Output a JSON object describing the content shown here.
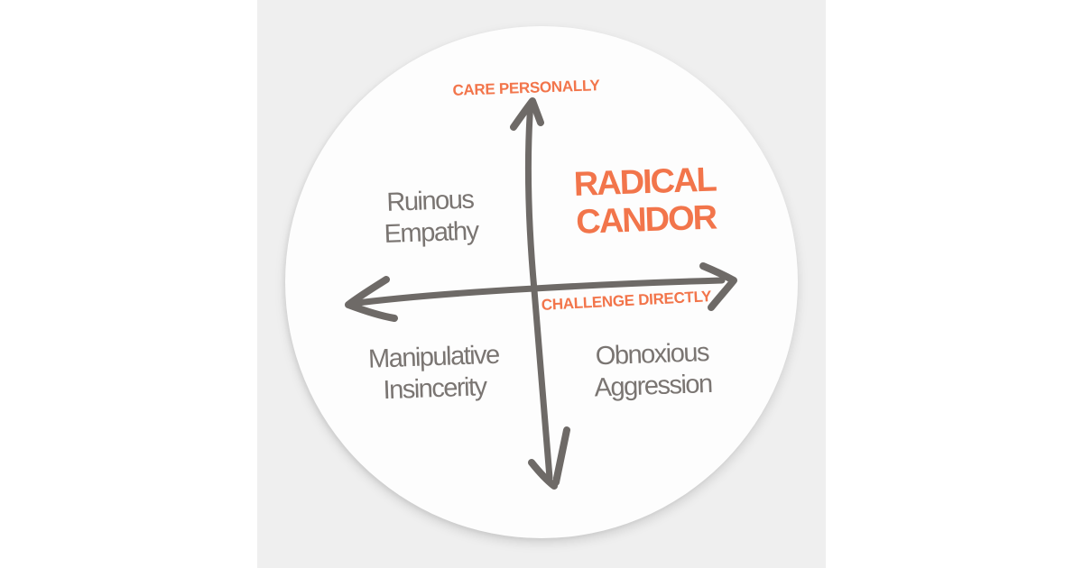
{
  "page": {
    "background": "#ffffff",
    "panel_color": "#efefef",
    "sticker_color": "#fdfdfd"
  },
  "colors": {
    "accent_orange": "#f2754b",
    "ink_gray": "#7a7572",
    "axis_gray": "#6e6a67"
  },
  "diagram": {
    "type": "quadrant-diagram",
    "axes": {
      "y_label": "CARE PERSONALLY",
      "x_label": "CHALLENGE DIRECTLY",
      "arrowheads": [
        "up",
        "down",
        "left",
        "right"
      ]
    },
    "quadrants": {
      "top_left": {
        "line1": "Ruinous",
        "line2": "Empathy"
      },
      "top_right": {
        "line1": "RADICAL",
        "line2": "CANDOR"
      },
      "bottom_left": {
        "line1": "Manipulative",
        "line2": "Insincerity"
      },
      "bottom_right": {
        "line1": "Obnoxious",
        "line2": "Aggression"
      }
    }
  }
}
